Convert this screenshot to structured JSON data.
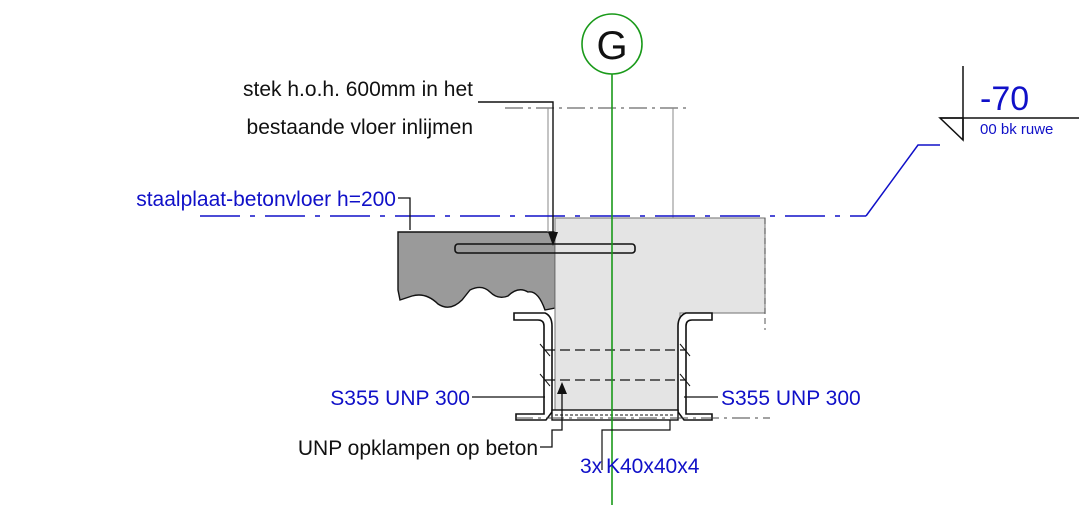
{
  "grid": {
    "label": "G"
  },
  "level": {
    "value": "-70",
    "reference": "00 bk ruwe"
  },
  "notes": {
    "stek_line1": "stek h.o.h. 600mm in het",
    "stek_line2": "bestaande vloer inlijmen",
    "floor": "staalplaat-betonvloer h=200",
    "unp_left": "S355 UNP 300",
    "unp_right": "S355 UNP 300",
    "clamp": "UNP opklampen op beton",
    "angle_count": "3x",
    "angle_profile": "K40x40x4"
  },
  "colors": {
    "annotation_blue": "#1010c8",
    "grid_green": "#1a9a1a",
    "line_black": "#111111",
    "concrete_new": "#e4e4e4",
    "concrete_existing": "#9a9a9a"
  }
}
